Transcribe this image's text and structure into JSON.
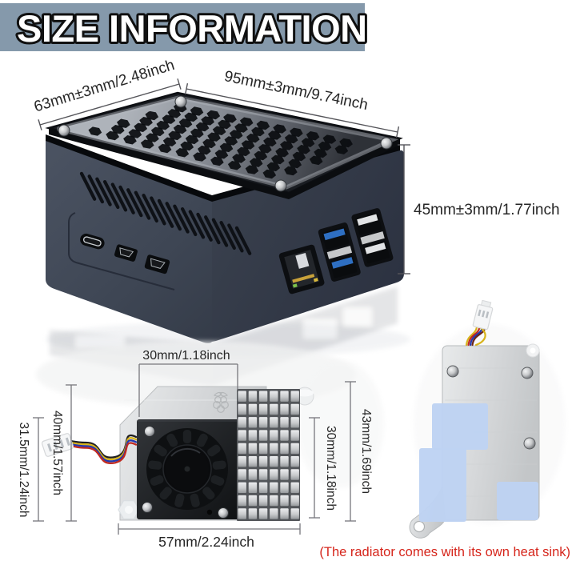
{
  "title": "SIZE INFORMATION",
  "case": {
    "depth_label": "63mm±3mm/2.48inch",
    "width_label": "95mm±3mm/9.74inch",
    "height_label": "45mm±3mm/1.77inch"
  },
  "fan_heatsink": {
    "fan_width_label": "30mm/1.18inch",
    "bracket_height_label": "40mm/1.57inch",
    "board_height_label": "31.5mm/1.24inch",
    "heatsink_height_label": "30mm/1.18inch",
    "total_height_label": "43mm/1.69inch",
    "total_width_label": "57mm/2.24inch"
  },
  "radiator_note": "(The radiator comes with its own heat sink)",
  "colors": {
    "title_bar_bg": "#8599ab",
    "title_text": "#ffffff",
    "title_outline": "#101010",
    "dimension_text": "#262626",
    "note_text": "#d6261c",
    "case_body": "#3e4654",
    "usb3_tongue": "#2e6fc2",
    "thermal_pad": "#bdd2f3",
    "heatsink_silver": "#d8dadc"
  }
}
